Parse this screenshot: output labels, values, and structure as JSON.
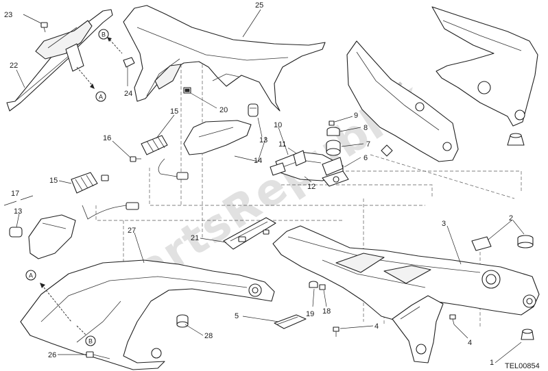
{
  "diagram": {
    "watermark": "PartsRepublik",
    "drawing_code": "TEL00854",
    "reference_letters": [
      "A",
      "B"
    ],
    "callouts": [
      "1",
      "2",
      "3",
      "4",
      "5",
      "6",
      "7",
      "8",
      "9",
      "10",
      "11",
      "12",
      "13",
      "14",
      "15",
      "16",
      "17",
      "18",
      "19",
      "20",
      "21",
      "22",
      "23",
      "24",
      "25",
      "26",
      "27",
      "28"
    ],
    "colors": {
      "line": "#1e1e1e",
      "watermark": "#c8c8c8",
      "background": "#ffffff"
    }
  }
}
